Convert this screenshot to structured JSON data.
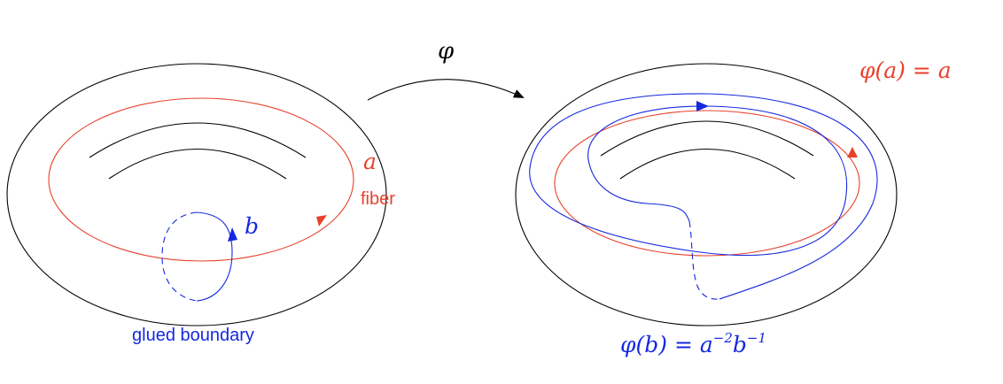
{
  "colors": {
    "outline": "#000000",
    "curve_a": "#e8412c",
    "curve_b": "#1528e0"
  },
  "left_torus": {
    "label_a": "a",
    "label_fiber": "fiber",
    "label_b": "b",
    "caption": "glued boundary"
  },
  "map": {
    "label": "φ"
  },
  "right_torus": {
    "formula_a": "φ(a) = a",
    "formula_b_main": "φ(b) = a",
    "formula_b_exp1": "−2",
    "formula_b_base2": "b",
    "formula_b_exp2": "−1"
  }
}
